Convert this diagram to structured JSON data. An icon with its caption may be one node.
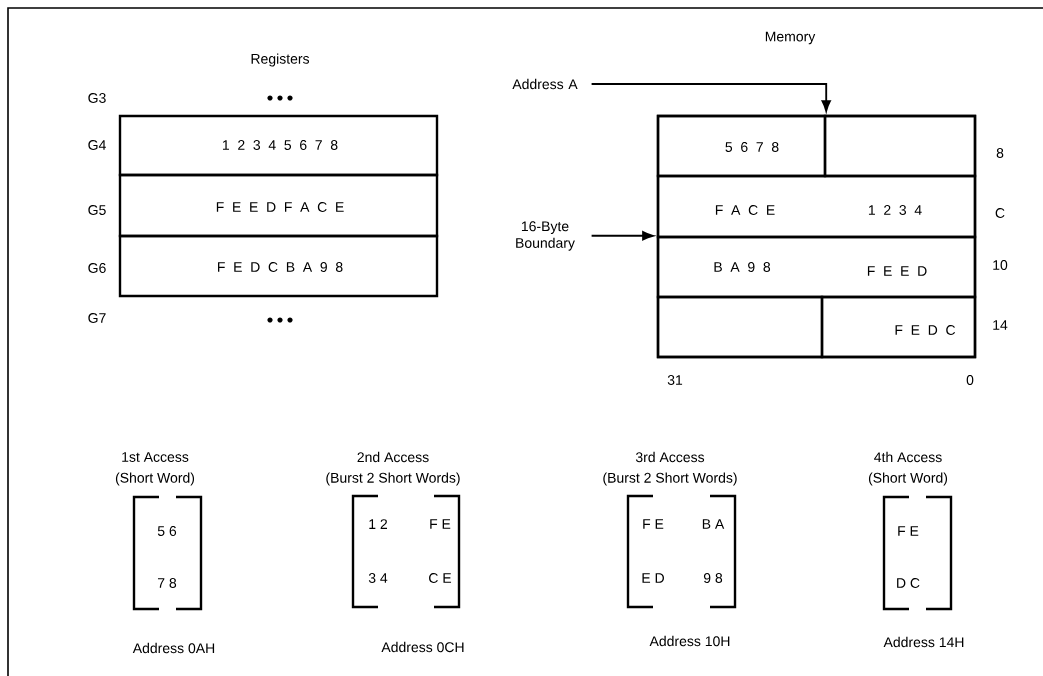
{
  "diagram": {
    "nodes": [
      {
        "text": [
          "Address A"
        ]
      },
      {
        "text": [
          "16-Byte Boundary"
        ]
      },
      {
        "text": [
          "1 2 3 4 5 6 7 8"
        ]
      },
      {
        "text": [
          "F E E D F A C E"
        ]
      },
      {
        "text": [
          "F E D C B A 9 8"
        ]
      },
      {
        "text": [],
        "shape": "box"
      },
      {
        "text": [
          "5 6 7 8"
        ],
        "in": 5
      },
      {
        "text": [],
        "shape": "box",
        "in": 5
      },
      {
        "text": [
          "F A C E",
          "1 2 3 4"
        ],
        "in": 5
      },
      {
        "text": [
          "B A 9 8",
          "F E E D"
        ],
        "in": 5
      },
      {
        "text": [],
        "shape": "box",
        "in": 5
      },
      {
        "text": [
          "F E D C"
        ],
        "in": 5
      }
    ],
    "edges": [
      {
        "from": 0,
        "to": 5,
        "arrow": "to"
      },
      {
        "from": 1,
        "to": 5,
        "arrow": "to"
      }
    ],
    "labels": [
      "Registers",
      "Memory",
      "G3",
      "G4",
      "G5",
      "G6",
      "G7",
      "8",
      "C",
      "10",
      "14",
      "31",
      "0",
      "1st Access",
      "2nd Access",
      "3rd Access",
      "4th Access",
      "(Short Word)",
      "(Burst 2 Short Words)",
      "(Burst 2 Short Words)",
      "(Short Word)",
      "5 6",
      "1 2",
      "F E",
      "F E",
      "B A",
      "F E",
      "7 8",
      "3 4",
      "C E",
      "E D",
      "9 8",
      "D C",
      "Address 0AH",
      "Address 0CH",
      "Address 10H",
      "Address 14H"
    ]
  }
}
